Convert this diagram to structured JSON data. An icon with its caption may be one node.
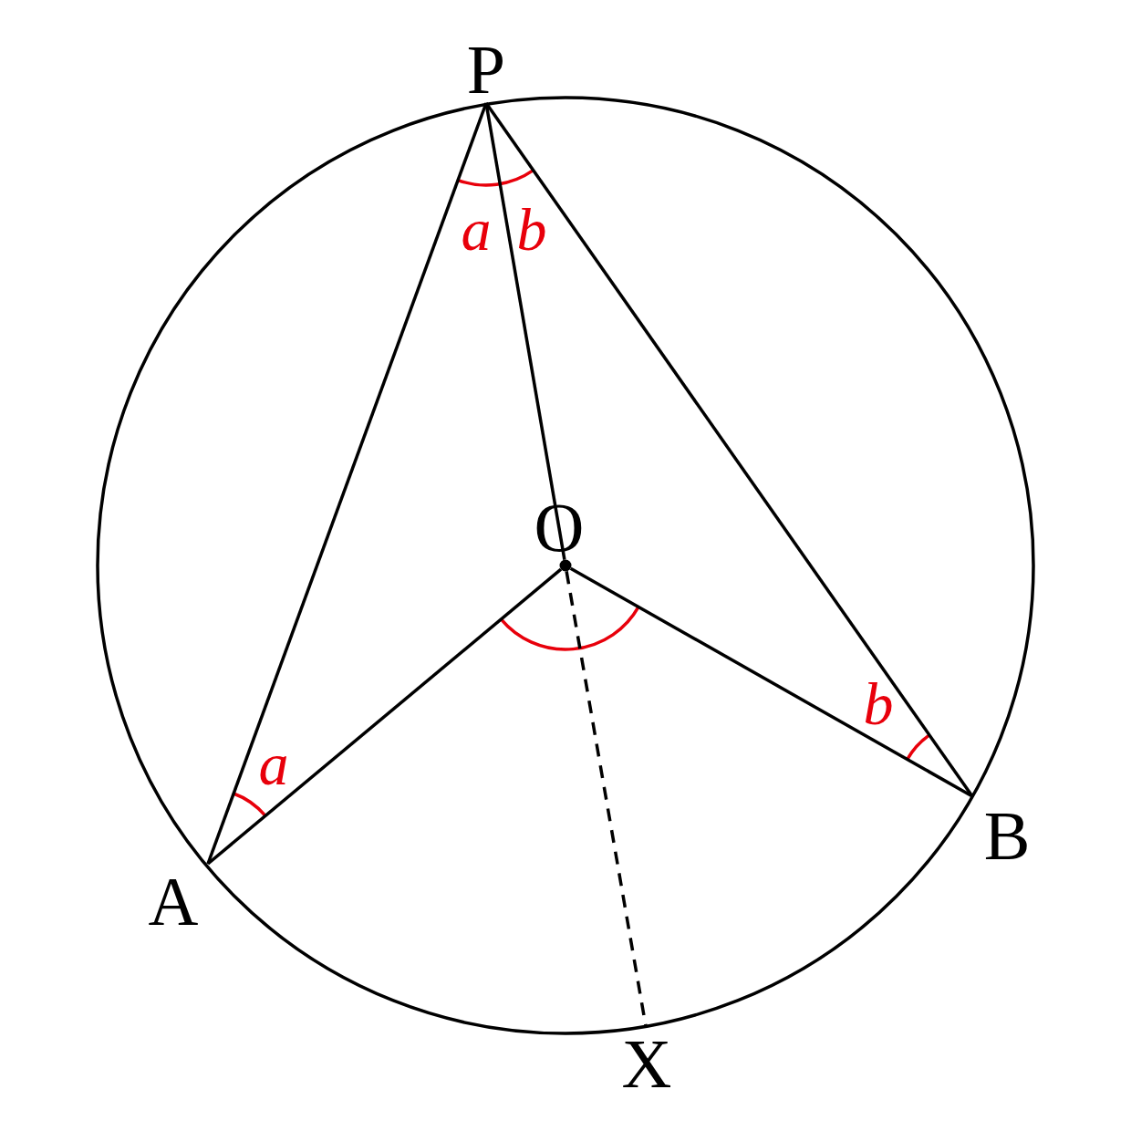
{
  "diagram": {
    "nodes": [
      {
        "text": [
          "P"
        ]
      },
      {
        "text": [],
        "shape": "circle",
        "beside": [
          "O"
        ]
      },
      {
        "text": [
          "B"
        ]
      },
      {
        "text": [
          "A"
        ]
      },
      {
        "text": [
          "X"
        ]
      }
    ],
    "edges": [
      {
        "from": 0,
        "to": 3,
        "arrow": "none"
      },
      {
        "from": 0,
        "to": 1,
        "arrow": "none"
      },
      {
        "from": 0,
        "to": 2,
        "arrow": "none"
      },
      {
        "from": 1,
        "to": 3,
        "arrow": "none"
      },
      {
        "from": 1,
        "to": 2,
        "arrow": "none"
      },
      {
        "from": 1,
        "to": 4,
        "arrow": "none",
        "style": "dashed"
      }
    ],
    "labels": [
      "a",
      "b",
      "b",
      "a"
    ]
  }
}
